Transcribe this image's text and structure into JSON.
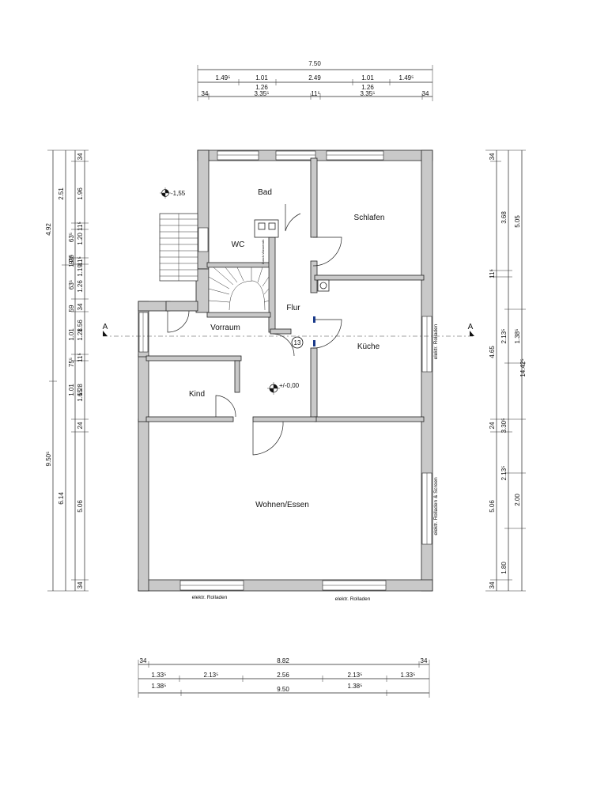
{
  "dimensions": {
    "top": {
      "row1": [
        "7.50"
      ],
      "row2": [
        "1.49⁵",
        "1.01",
        "2.49",
        "1.01",
        "1.49⁵"
      ],
      "row3": [
        "1.26",
        "1.26"
      ],
      "row4": [
        "34",
        "3.35⁵",
        "11⁵",
        "3.35⁵",
        "34"
      ]
    },
    "bottom": {
      "row1": [
        "34",
        "8.82",
        "34"
      ],
      "row2": [
        "1.33⁵",
        "2.13⁵",
        "2.56",
        "2.13⁵",
        "1.33⁵"
      ],
      "row3": [
        "1.38⁵",
        "9.50",
        "1.38⁵"
      ]
    },
    "left": {
      "col1": [
        "4.92",
        "9.50⁵"
      ],
      "col2": [
        "2.51",
        "6.14"
      ],
      "col3": [
        "34",
        "1.96",
        "11⁵",
        "1.26",
        "11⁵",
        "1.56",
        "11⁵",
        "1.65",
        "24",
        "5.06",
        "34"
      ],
      "col4": [
        "63⁵",
        "91⁵",
        "63⁵",
        "59",
        "1.01",
        "75⁵",
        "1.01"
      ],
      "col5": [
        "1.20",
        "1.26",
        "1.19",
        "34",
        "1.28",
        "1.28"
      ]
    },
    "right": {
      "col1": [
        "34",
        "11⁵",
        "24",
        "5.06",
        "34"
      ],
      "col2": [
        "3.68",
        "2.13⁵",
        "3.30⁵",
        "2.13⁵",
        "1.80"
      ],
      "col3": [
        "5.05",
        "4.65",
        "1.38⁵",
        "2.00"
      ],
      "col4": [
        "14.42⁵"
      ]
    }
  },
  "rooms": {
    "bad": "Bad",
    "schlafen": "Schlafen",
    "wc": "WC",
    "flur": "Flur",
    "vorraum": "Vorraum",
    "kueche": "Küche",
    "kind": "Kind",
    "wohnen": "Wohnen/Essen"
  },
  "labels": {
    "level_stair": "-1,55",
    "level_floor": "+/-0,00",
    "stair_steps": "13",
    "section_left": "A",
    "section_right": "A",
    "note_kueche": "elektr. Rolladen",
    "note_wohnen_right": "elektr. Rolladen & Screen",
    "note_bottom_left": "elektr. Rolladen",
    "note_bottom_right": "elektr. Rolladen",
    "note_wc": "Dusch-Wasserabl."
  }
}
